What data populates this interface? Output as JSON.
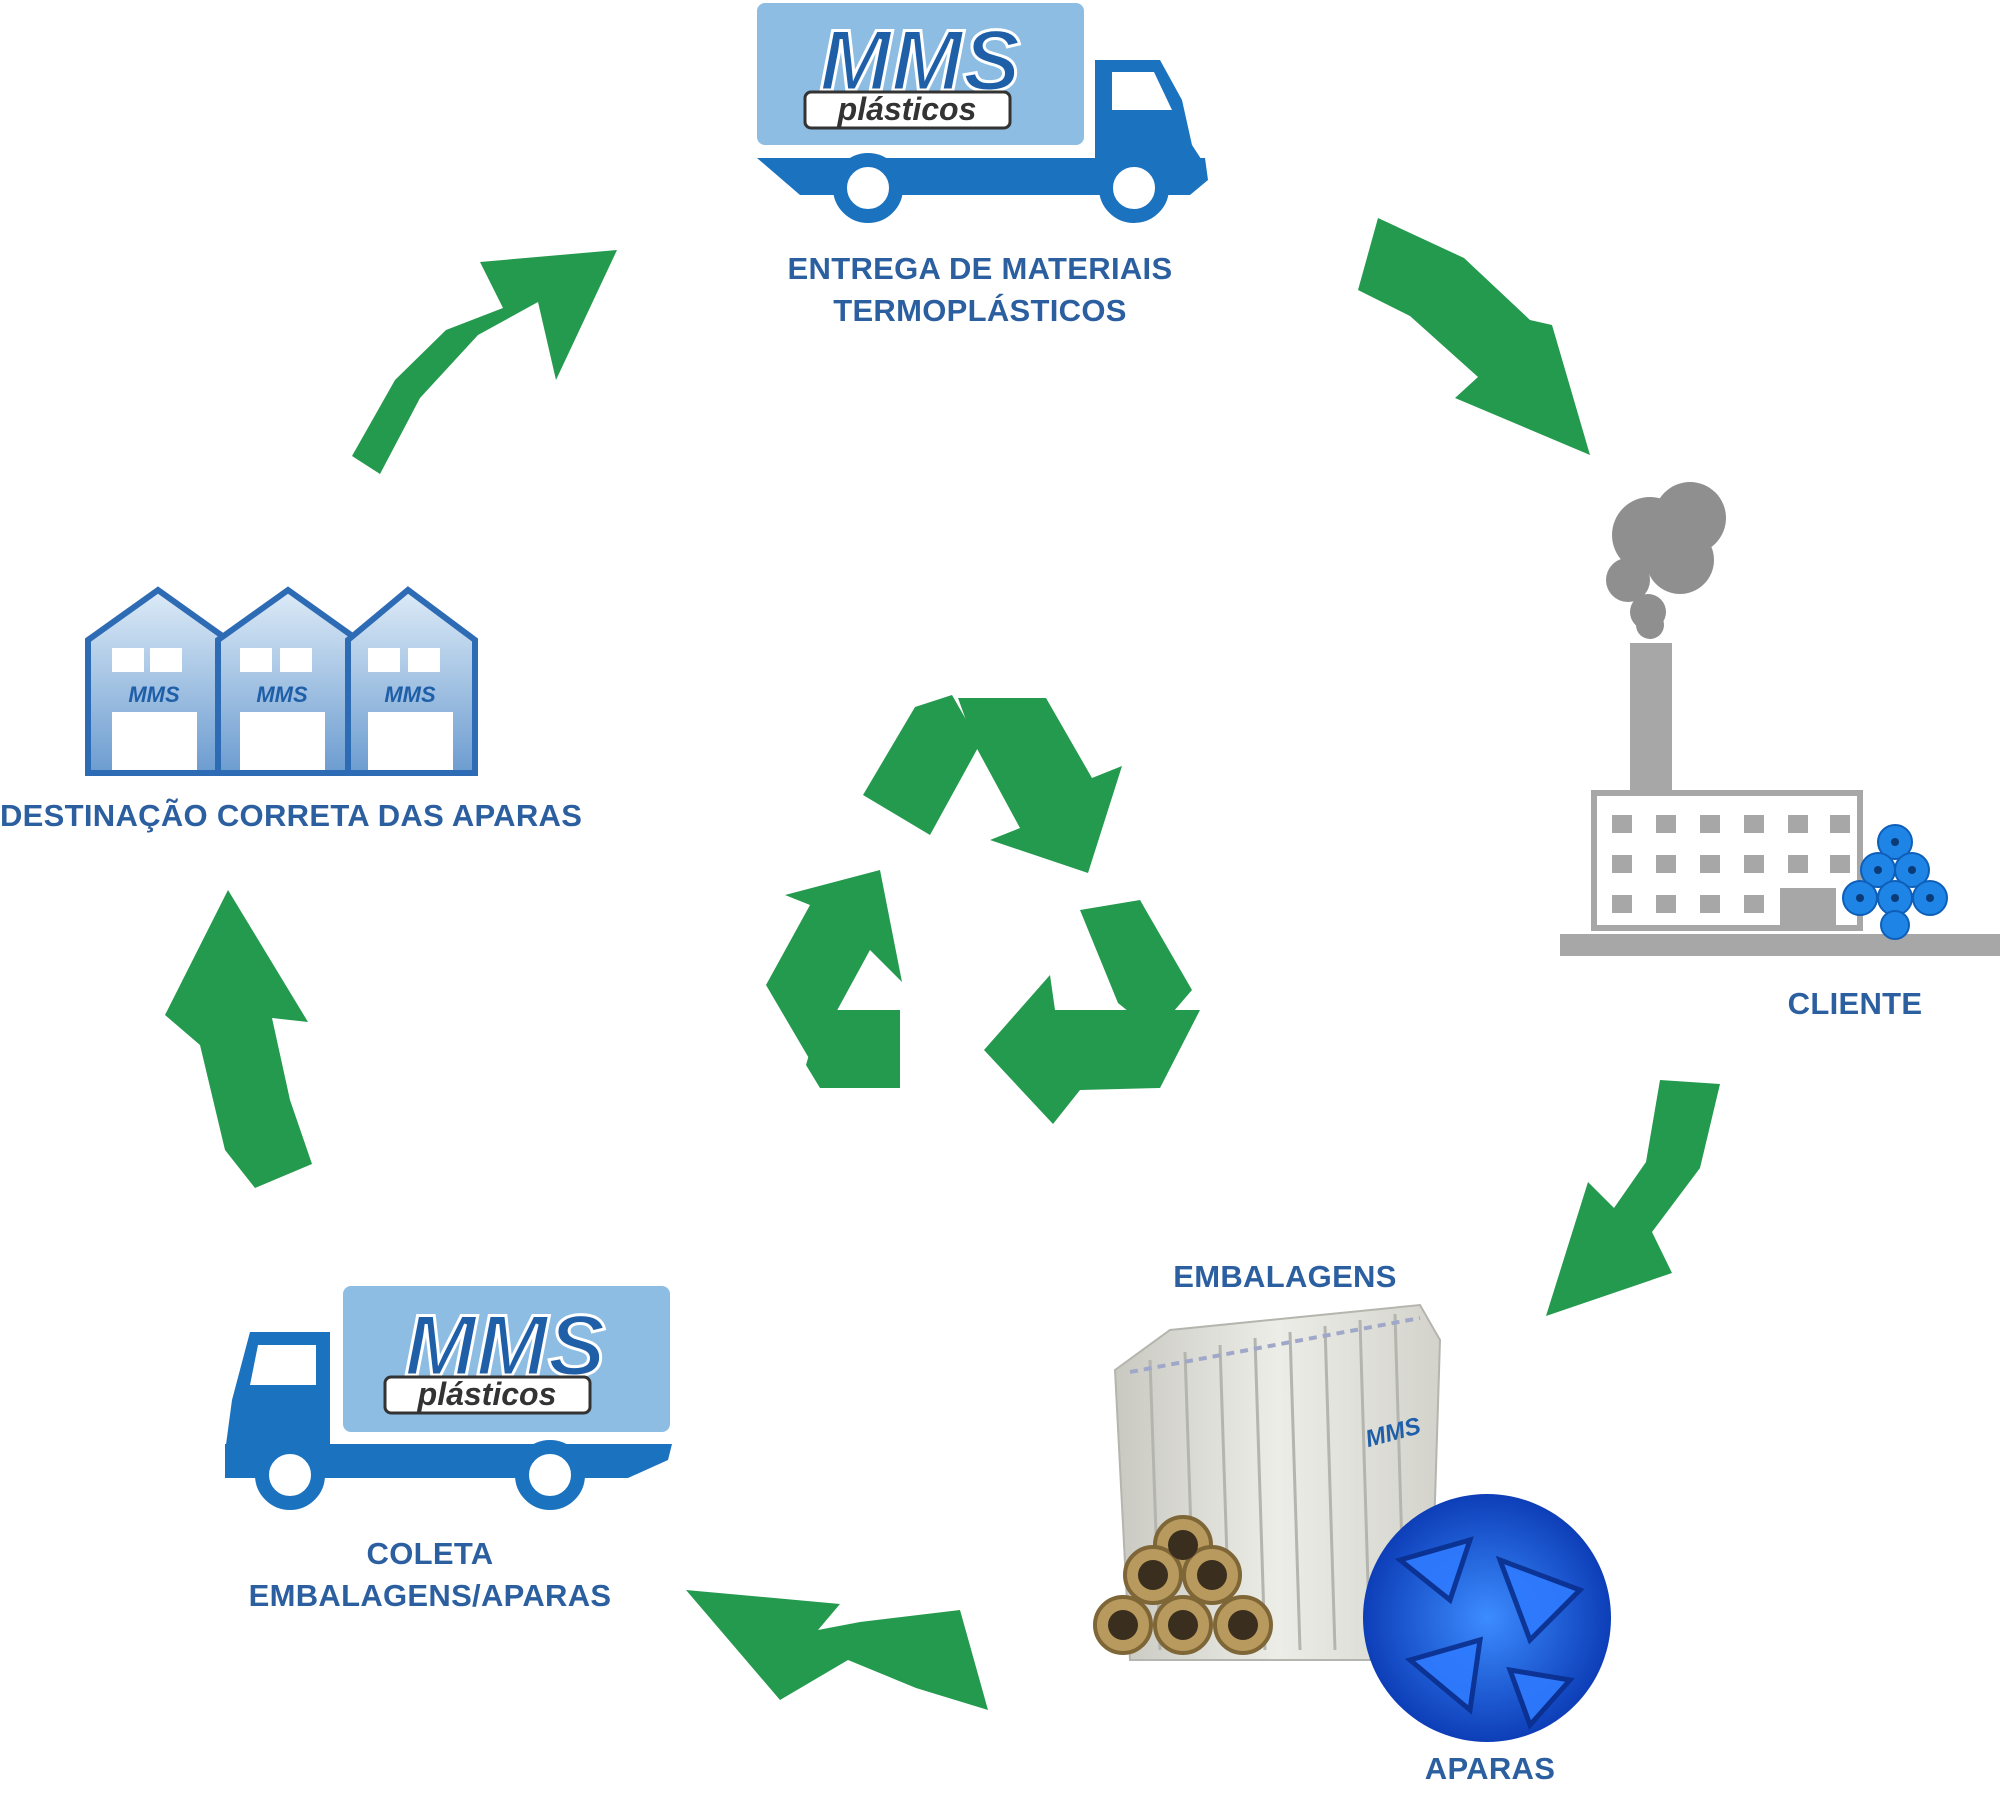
{
  "brand": {
    "name": "MMS",
    "sub": "plásticos"
  },
  "colors": {
    "arrow": "#249A4E",
    "truck": "#1B73C0",
    "truck_box": "#8DBDE2",
    "label": "#2B5FA0",
    "factory": "#A7A7A7",
    "smoke": "#8F8F8F",
    "rolls": "#1E84E6",
    "scraps": "#1A56D6"
  },
  "steps": [
    {
      "id": "entrega",
      "icon": "delivery-truck-icon",
      "lines": [
        "ENTREGA DE MATERIAIS",
        "TERMOPLÁSTICOS"
      ]
    },
    {
      "id": "cliente",
      "icon": "factory-icon",
      "lines": [
        "CLIENTE"
      ]
    },
    {
      "id": "embalagens",
      "icon": "packaging-bags-icon",
      "lines": [
        "EMBALAGENS"
      ]
    },
    {
      "id": "aparas",
      "icon": "plastic-scraps-icon",
      "lines": [
        "APARAS"
      ]
    },
    {
      "id": "coleta",
      "icon": "collection-truck-icon",
      "lines": [
        "COLETA",
        "EMBALAGENS/APARAS"
      ]
    },
    {
      "id": "destinacao",
      "icon": "warehouse-icon",
      "lines": [
        "DESTINAÇÃO CORRETA DAS APARAS"
      ]
    }
  ],
  "center_icon": "recycle-icon"
}
